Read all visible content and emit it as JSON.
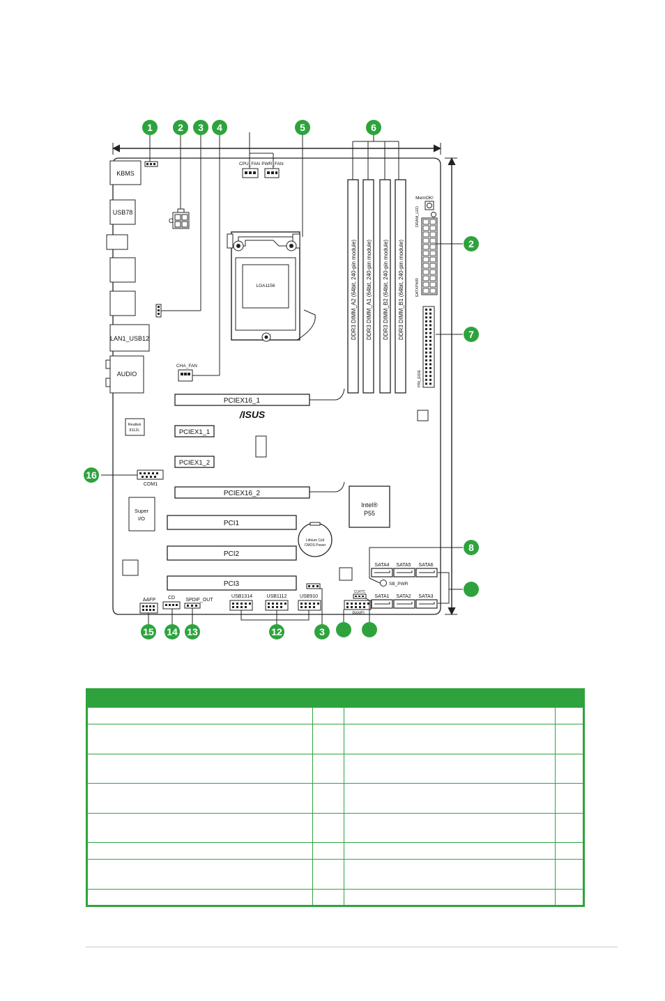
{
  "board": {
    "kbms": "KBMS",
    "usb78": "USB78",
    "lan_usb": "LAN1_USB12",
    "audio": "AUDIO",
    "cpu_fan": "CPU_FAN",
    "pwr_fan": "PWR_FAN",
    "cha_fan": "CHA_FAN",
    "socket": "LGA1156",
    "dimm_a2": "DDR3 DIMM_A2 (64bit, 240-pin module)",
    "dimm_a1": "DDR3 DIMM_A1 (64bit, 240-pin module)",
    "dimm_b2": "DDR3 DIMM_B2 (64bit, 240-pin module)",
    "dimm_b1": "DDR3 DIMM_B1 (64bit, 240-pin module)",
    "memok": "MemOK!",
    "dram_led": "DRAM_LED",
    "eatxpwr": "EATXPWR",
    "pri_eide": "PRI_EIDE",
    "pciex16_1": "PCIEX16_1",
    "pciex1_1": "PCIEX1_1",
    "pciex1_2": "PCIEX1_2",
    "pciex16_2": "PCIEX16_2",
    "pci1": "PCI1",
    "pci2": "PCI2",
    "pci3": "PCI3",
    "brand": "/ISUS",
    "realtek_line1": "Realtek",
    "realtek_line2": "8112L",
    "com1": "COM1",
    "super_io_line1": "Super",
    "super_io_line2": "I/O",
    "intel_line1": "Intel®",
    "intel_line2": "P55",
    "battery_line1": "Lithium Cell",
    "battery_line2": "CMOS Power",
    "sata4": "SATA4",
    "sata5": "SATA5",
    "sata6": "SATA6",
    "sata1": "SATA1",
    "sata2": "SATA2",
    "sata3": "SATA3",
    "sb_pwr": "SB_PWR",
    "clrtc": "CLRTC",
    "panel": "PANEL",
    "aafp": "AAFP",
    "cd": "CD",
    "spdif_out": "SPDIF_OUT",
    "usb1314": "USB1314",
    "usb1112": "USB1112",
    "usb910": "USB910",
    "atx12v_c": "C"
  },
  "callouts": [
    {
      "id": "c1-top",
      "label": "1"
    },
    {
      "id": "c2-top",
      "label": "2"
    },
    {
      "id": "c3-top",
      "label": "3"
    },
    {
      "id": "c4-top",
      "label": "4"
    },
    {
      "id": "c5-top",
      "label": "5"
    },
    {
      "id": "c6-top",
      "label": "6"
    },
    {
      "id": "c2-right",
      "label": "2"
    },
    {
      "id": "c7-right",
      "label": "7"
    },
    {
      "id": "c8-right",
      "label": "8"
    },
    {
      "id": "c9-right",
      "label": ""
    },
    {
      "id": "c16-left",
      "label": "16"
    },
    {
      "id": "c15-bottom",
      "label": "15"
    },
    {
      "id": "c14-bottom",
      "label": "14"
    },
    {
      "id": "c13-bottom",
      "label": "13"
    },
    {
      "id": "c12-bottom",
      "label": "12"
    },
    {
      "id": "c3-bottom",
      "label": "3"
    },
    {
      "id": "c10-bottom",
      "label": ""
    },
    {
      "id": "c11-bottom",
      "label": ""
    }
  ],
  "colors": {
    "accent_green": "#2ea33d",
    "line": "#222222",
    "footer_rule": "#c9c9c9"
  }
}
